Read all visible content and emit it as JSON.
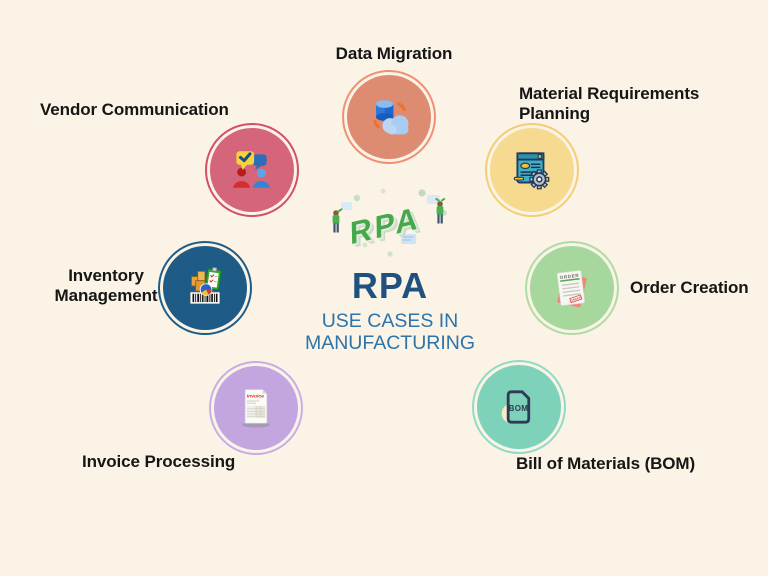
{
  "page": {
    "background": "#FAF3E6"
  },
  "center": {
    "title": "RPA",
    "subtitle": "USE CASES IN MANUFACTURING",
    "illustration_text": "RPA",
    "title_color": "#20517E",
    "subtitle_color": "#2E73A9",
    "illustration_letter_color": "#47A84B"
  },
  "nodes": [
    {
      "id": "data-migration",
      "label": "Data Migration",
      "fill": "#DE8C71",
      "ring": "#EE9071",
      "icon": "cloud-database-sync-icon"
    },
    {
      "id": "vendor-communication",
      "label": "Vendor Communication",
      "fill": "#D4657B",
      "ring": "#D44F63",
      "icon": "people-chat-icon"
    },
    {
      "id": "material-requirements-planning",
      "label": "Material Requirements Planning",
      "fill": "#F6DA90",
      "ring": "#F3CE72",
      "icon": "document-gear-icon"
    },
    {
      "id": "inventory-management",
      "label": "Inventory Management",
      "fill": "#1E5C87",
      "ring": "#1E5C87",
      "icon": "inventory-boxes-icon"
    },
    {
      "id": "order-creation",
      "label": "Order Creation",
      "fill": "#A6D89D",
      "ring": "#AEDCA3",
      "icon": "order-document-icon"
    },
    {
      "id": "invoice-processing",
      "label": "Invoice Processing",
      "fill": "#C3A5E0",
      "ring": "#C8ADE4",
      "icon": "invoice-document-icon"
    },
    {
      "id": "bill-of-materials",
      "label": "Bill of Materials (BOM)",
      "fill": "#7ED2B9",
      "ring": "#90DAC6",
      "icon": "bom-file-icon"
    }
  ]
}
